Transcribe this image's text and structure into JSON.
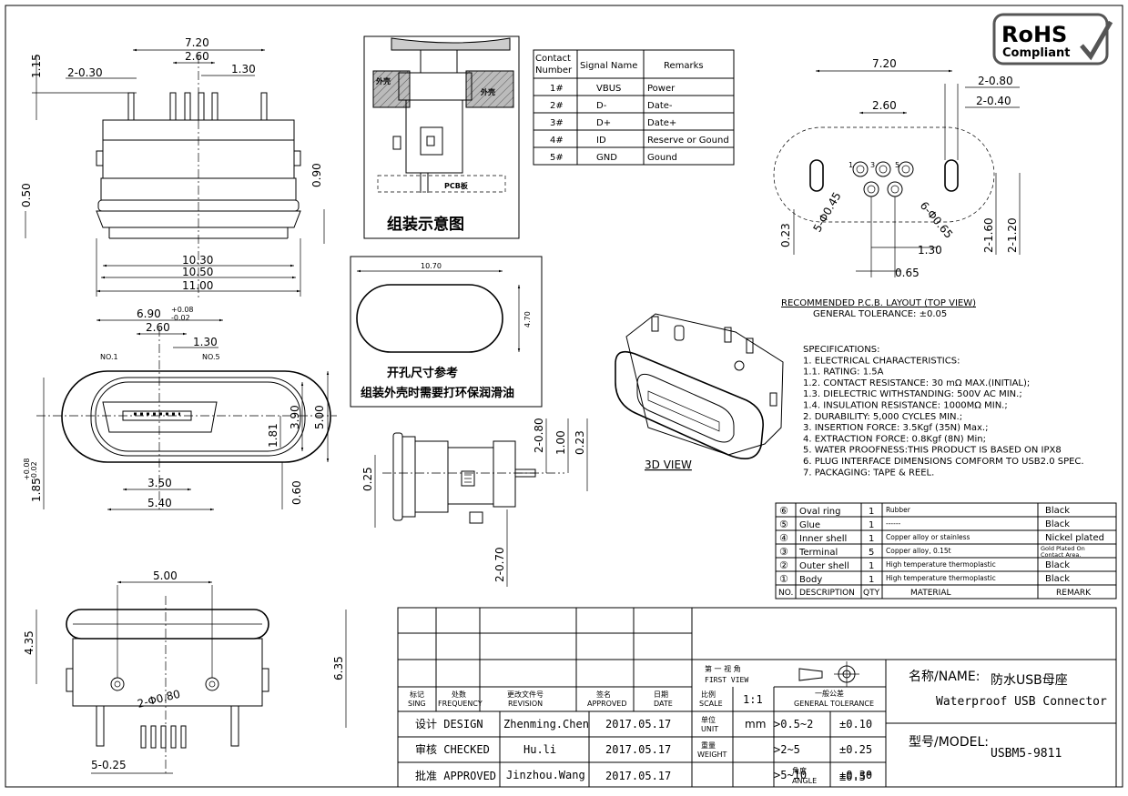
{
  "logo": {
    "line1": "RoHS",
    "line2": "Compliant"
  },
  "front_view": {
    "d_2_030": "2-0.30",
    "d_720": "7.20",
    "d_260": "2.60",
    "d_130": "1.30",
    "d_115": "1.15",
    "d_050": "0.50",
    "d_090": "0.90",
    "d_1030": "10.30",
    "d_1050": "10.50",
    "d_1100": "11.00"
  },
  "assembly": {
    "label_shell_l": "外壳",
    "label_shell_r": "外壳",
    "pcb": "PCB板",
    "caption": "组装示意图"
  },
  "pin_table": {
    "headers": [
      "Contact Number",
      "Signal Name",
      "Remarks"
    ],
    "rows": [
      [
        "1#",
        "VBUS",
        "Power"
      ],
      [
        "2#",
        "D-",
        "Date-"
      ],
      [
        "3#",
        "D+",
        "Date+"
      ],
      [
        "4#",
        "ID",
        "Reserve or Gound"
      ],
      [
        "5#",
        "GND",
        "Gound"
      ]
    ]
  },
  "cutout": {
    "width": "10.70",
    "height": "4.70",
    "caption1": "开孔尺寸参考",
    "caption2": "组装外壳时需要打环保润滑油"
  },
  "top_view": {
    "d_690": "6.90",
    "tol_up": "+0.08",
    "tol_dn": "-0.02",
    "d_260": "2.60",
    "d_130": "1.30",
    "no1": "NO.1",
    "no5": "NO.5",
    "d_350": "3.50",
    "d_540": "5.40",
    "d_390": "3.90",
    "d_500": "5.00",
    "d_181": "1.81",
    "d_060": "0.60",
    "d_185": "1.85",
    "d185_up": "+0.08",
    "d185_dn": "-0.02"
  },
  "side_view": {
    "d_080": "2-0.80",
    "d_100": "1.00",
    "d_023": "0.23",
    "d_025": "0.25",
    "d_070": "2-0.70"
  },
  "bottom_view": {
    "d_500": "5.00",
    "d_435": "4.35",
    "d_635": "6.35",
    "d_hole": "2-Φ0.80",
    "d_025": "5-0.25"
  },
  "pcb_layout": {
    "d_720": "7.20",
    "d_2_080": "2-0.80",
    "d_2_040": "2-0.40",
    "d_260": "2.60",
    "d_045": "5-Φ0.45",
    "d_065": "6-Φ0.65",
    "d_023": "0.23",
    "d_160": "2-1.60",
    "d_120": "2-1.20",
    "d_130": "1.30",
    "d_065b": "0.65",
    "p1": "1",
    "p3": "3",
    "p5": "5",
    "title": "RECOMMENDED P.C.B. LAYOUT (TOP VIEW)",
    "tolerance": "GENERAL TOLERANCE: ±0.05"
  },
  "view3d": "3D VIEW",
  "specs": [
    "SPECIFICATIONS:",
    "1. ELECTRICAL CHARACTERISTICS:",
    "  1.1. RATING: 1.5A",
    "  1.2. CONTACT RESISTANCE: 30 mΩ MAX.(INITIAL);",
    "  1.3. DIELECTRIC WITHSTANDING: 500V AC MIN.;",
    "  1.4. INSULATION RESISTANCE: 1000MΩ MIN.;",
    "2. DURABILITY: 5,000 CYCLES MIN.;",
    "3. INSERTION FORCE: 3.5Kgf (35N) Max.;",
    "4. EXTRACTION FORCE: 0.8Kgf (8N) Min;",
    "5. WATER PROOFNESS:THIS PRODUCT IS BASED ON IPX8",
    "6. PLUG INTERFACE DIMENSIONS COMFORM TO USB2.0 SPEC.",
    "7. PACKAGING: TAPE & REEL."
  ],
  "bom": {
    "rows": [
      [
        "⑥",
        "Oval ring",
        "1",
        "Rubber",
        "Black"
      ],
      [
        "⑤",
        "Glue",
        "1",
        "------",
        "Black"
      ],
      [
        "④",
        "Inner shell",
        "1",
        "Copper alloy or stainless",
        "Nickel plated"
      ],
      [
        "③",
        "Terminal",
        "5",
        "Copper alloy, 0.15t",
        "Gold Plated On Contact Area."
      ],
      [
        "②",
        "Outer shell",
        "1",
        "High temperature thermoplastic",
        "Black"
      ],
      [
        "①",
        "Body",
        "1",
        "High temperature thermoplastic",
        "Black"
      ]
    ],
    "header": [
      "NO.",
      "DESCRIPTION",
      "QTY",
      "MATERIAL",
      "REMARK"
    ]
  },
  "title_block": {
    "first_view_cn": "第 一 视 角",
    "first_view_en": "FIRST VIEW",
    "general_tol_cn": "一般公差",
    "general_tol_en": "GENERAL TOLERANCE",
    "h_sing_cn": "标记",
    "h_sing": "SING",
    "h_freq_cn": "处数",
    "h_freq": "FREQUENCY",
    "h_rev_cn": "更改文件号",
    "h_rev": "REVISION",
    "h_appr_cn": "签名",
    "h_appr": "APPROVED",
    "h_date_cn": "日期",
    "h_date": "DATE",
    "h_scale_cn": "比例",
    "h_scale": "SCALE",
    "scale": "1:1",
    "unit_cn": "单位",
    "unit_en": "UNIT",
    "unit": "mm",
    "weight_cn": "重量",
    "weight_en": "WEIGHT",
    "angle_cn": "角度",
    "angle_en": "ANGLE",
    "tol_rows": [
      [
        ">0.5~2",
        "±0.10"
      ],
      [
        ">2~5",
        "±0.25"
      ],
      [
        ">5~10",
        "±0.30"
      ]
    ],
    "angle_tol": "±0.5°",
    "design_label": "设计 DESIGN",
    "design_name": "Zhenming.Chen",
    "design_date": "2017.05.17",
    "checked_label": "审核 CHECKED",
    "checked_name": "Hu.li",
    "checked_date": "2017.05.17",
    "approved_label": "批准 APPROVED",
    "approved_name": "Jinzhou.Wang",
    "approved_date": "2017.05.17",
    "name_label": "名称/NAME:",
    "name_cn": "防水USB母座",
    "name_en": "Waterproof USB Connector",
    "model_label": "型号/MODEL:",
    "model": "USBM5-9811"
  }
}
